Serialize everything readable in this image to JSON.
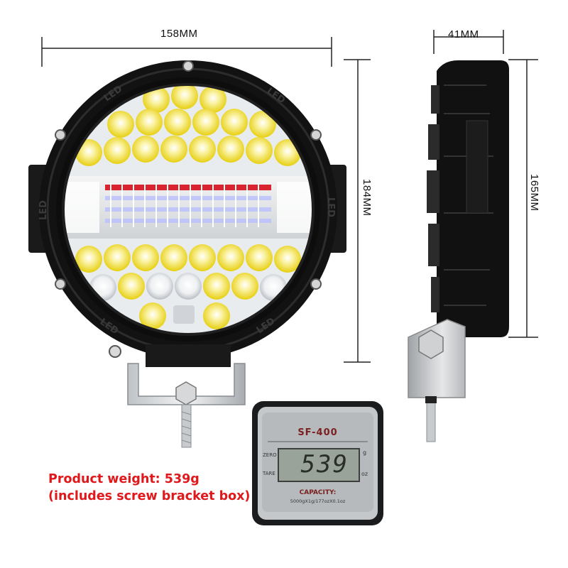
{
  "dimensions": {
    "front_width": "158MM",
    "side_depth": "41MM",
    "front_height": "184MM",
    "side_height": "165MM"
  },
  "scale": {
    "brand": "SF-400",
    "reading": "539",
    "zero_label": "ZERO",
    "tare_label": "TARE",
    "unit_g": "g",
    "unit_oz": "oz",
    "capacity_label": "CAPACITY:",
    "capacity_value": "5000gX1g/177ozX0.1oz"
  },
  "caption": {
    "line1": "Product weight: 539g",
    "line2": "(includes screw bracket box)"
  },
  "lamp": {
    "ring_text": "LED",
    "badge": "LED"
  },
  "colors": {
    "caption": "#e0181b",
    "housing": "#141414",
    "led_yellow": "#f3e21c",
    "led_red": "#d9232e",
    "lcd": "#9aa39a"
  }
}
